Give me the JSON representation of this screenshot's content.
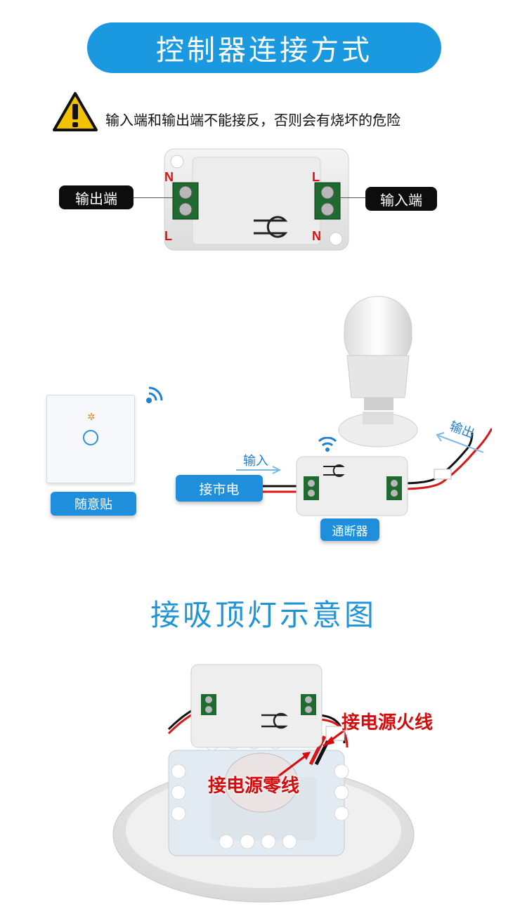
{
  "header": {
    "title": "控制器连接方式"
  },
  "warning": {
    "text": "输入端和输出端不能接反，否则会有烧坏的危险"
  },
  "module_diagram": {
    "output_label": "输出端",
    "input_label": "输入端",
    "left_top": "N",
    "left_bottom": "L",
    "right_top": "L",
    "right_bottom": "N"
  },
  "wiring": {
    "panel_label": "随意贴",
    "mains_label": "接市电",
    "switch_label": "通断器",
    "input_arrow": "输入",
    "output_arrow": "输出"
  },
  "ceiling": {
    "title": "接吸顶灯示意图",
    "live_label": "接电源火线",
    "neutral_label": "接电源零线"
  },
  "colors": {
    "accent": "#1a98e0",
    "warning": "#f2c200",
    "label_red": "#d60b0b"
  },
  "icons": [
    "warning-icon",
    "wifi-icon",
    "terminal-block-icon",
    "bulb-icon"
  ]
}
